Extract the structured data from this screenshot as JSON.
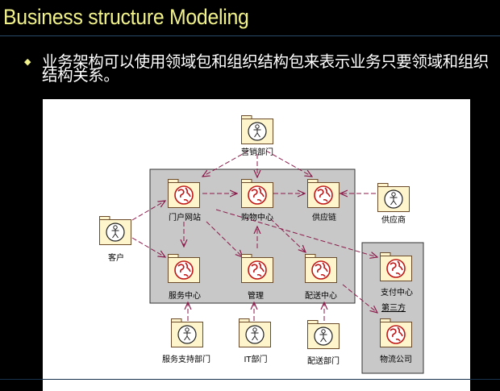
{
  "slide": {
    "title": "Business structure Modeling",
    "bullet_text": "业务架构可以使用领域包和组织结构包来表示业务只要领域和组织结构关系。"
  },
  "diagram": {
    "nodes": {
      "marketing": "营销部门",
      "portal": "门户网站",
      "shopping": "购物中心",
      "supply_chain": "供应链",
      "supplier": "供应商",
      "customer": "客户",
      "service_center": "服务中心",
      "management": "管理",
      "delivery_center": "配送中心",
      "payment_center": "支付中心",
      "third_party": "第三方",
      "logistics": "物流公司",
      "service_support": "服务支持部门",
      "it_dept": "IT部门",
      "delivery_dept": "配送部门"
    }
  },
  "colors": {
    "folder_fill": "#fff5cc",
    "icon_red": "#c01818",
    "arrow": "#8b1a4a",
    "group_fill": "#c8c8c8"
  },
  "icons": {
    "domain": "globe-icon",
    "organization": "worker-icon"
  }
}
